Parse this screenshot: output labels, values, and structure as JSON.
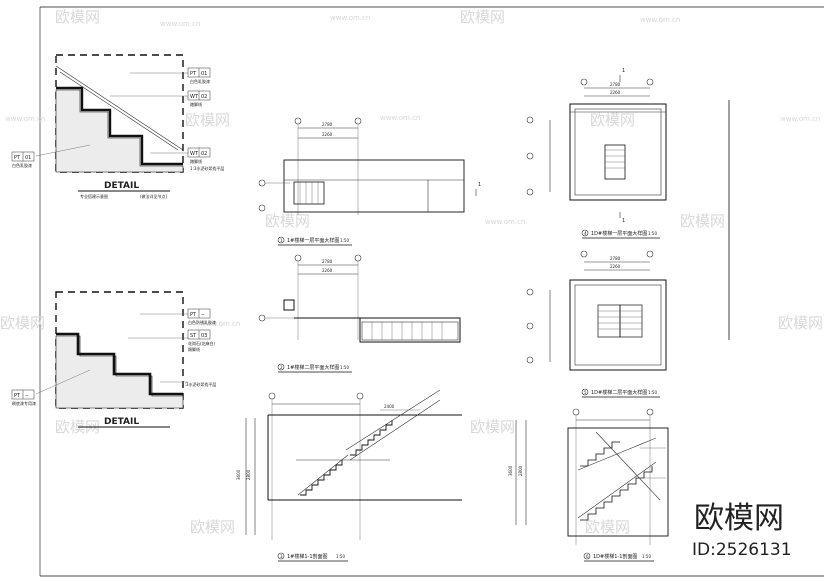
{
  "watermark": {
    "brand": "欧模网",
    "site": "www.om.cn",
    "id": "ID:2526131"
  },
  "details": {
    "detail_1": {
      "title": "DETAIL",
      "sub_left": "专业搭建示意图",
      "sub_right": "(做法详见节点)",
      "tags": [
        {
          "code": "PT",
          "num": "01",
          "note": "白色乳胶漆"
        },
        {
          "code": "WT",
          "num": "02",
          "note": "踏脚线"
        },
        {
          "code": "PT",
          "num": "01",
          "note": "白色乳胶漆"
        },
        {
          "code": "WT",
          "num": "02",
          "note": "踏脚线"
        }
      ],
      "note_bottom": "1:3水泥砂浆找平层"
    },
    "detail_2": {
      "title": "DETAIL",
      "tags": [
        {
          "code": "PT",
          "num": "--",
          "note": "白色防锈乳胶漆"
        },
        {
          "code": "ST",
          "num": "03",
          "note": "花岗石(芝麻白)"
        },
        {
          "code": "PT",
          "num": "--",
          "note": "刷底漆专用漆"
        }
      ],
      "note_mid": "踢脚线",
      "note_bottom": "1:3水泥砂浆找平层"
    }
  },
  "drawings": {
    "plan1": {
      "num": "1",
      "title": "1#楼梯一层平面大样图",
      "scale": "1:50"
    },
    "plan2": {
      "num": "2",
      "title": "1#楼梯二层平面大样图",
      "scale": "1:50"
    },
    "section1": {
      "num": "3",
      "title": "1#楼梯1-1剖面图",
      "scale": "1:50"
    },
    "plan3": {
      "num": "4",
      "title": "1D#楼梯一层平面大样图",
      "scale": "1:50"
    },
    "plan4": {
      "num": "5",
      "title": "1D#楼梯二层平面大样图",
      "scale": "1:50"
    },
    "section2": {
      "num": "6",
      "title": "1D#楼梯1-1剖面图",
      "scale": "1:50"
    }
  },
  "dims": {
    "d2780": "2780",
    "d2260": "2260",
    "d3600": "3600",
    "d2800": "2800",
    "d2400": "2400"
  },
  "section_marker": "1"
}
